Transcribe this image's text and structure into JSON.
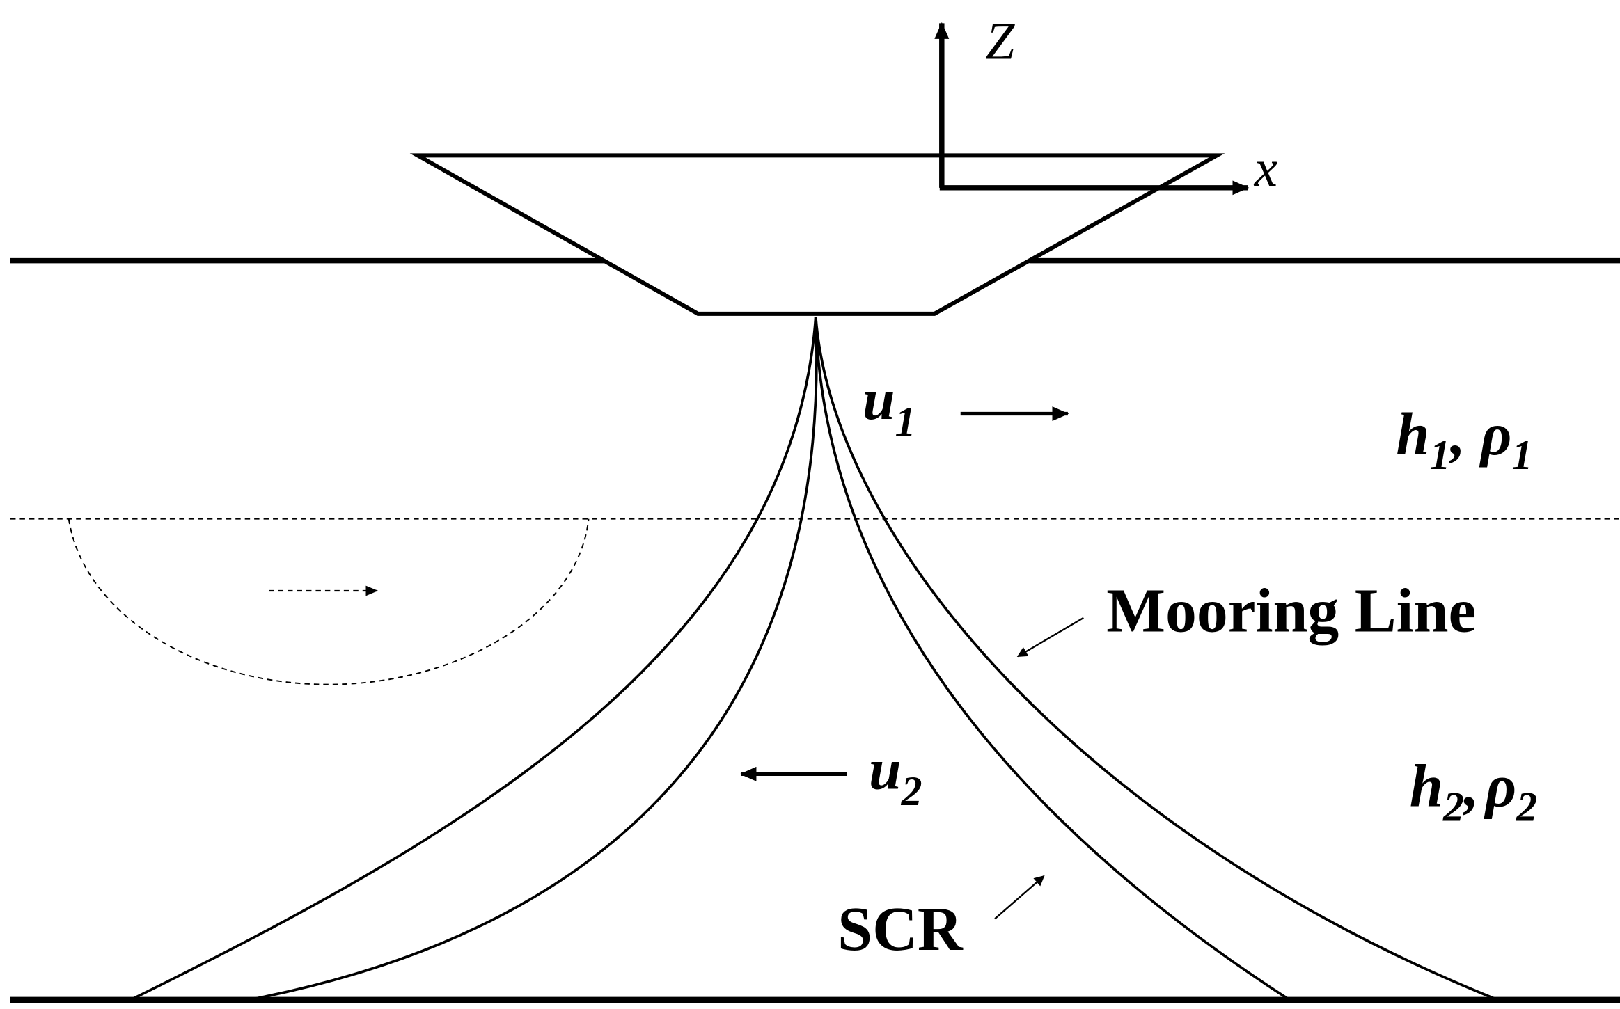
{
  "axes": {
    "vertical_label": "Z",
    "horizontal_label": "x"
  },
  "labels": {
    "upper_velocity": {
      "symbol": "u",
      "subscript": "1"
    },
    "lower_velocity": {
      "symbol": "u",
      "subscript": "2"
    },
    "upper_layer": {
      "h": "h",
      "h_sub": "1",
      "sep": ", ",
      "rho": "ρ",
      "rho_sub": "1"
    },
    "lower_layer": {
      "h": "h",
      "h_sub": "2",
      "sep": ",",
      "rho": "ρ",
      "rho_sub": "2"
    },
    "mooring_line": "Mooring Line",
    "scr": "SCR"
  },
  "colors": {
    "ink": "#000000",
    "background": "#ffffff"
  }
}
